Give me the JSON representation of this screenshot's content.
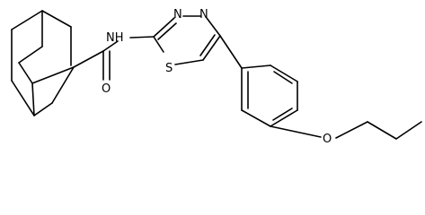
{
  "molecule": {
    "atoms": {
      "nh": "NH",
      "n_top_left": "N",
      "n_top_right": "N",
      "s": "S",
      "o_amide": "O",
      "o_ether": "O"
    }
  },
  "colors": {
    "line": "#000000",
    "background": "#ffffff"
  }
}
